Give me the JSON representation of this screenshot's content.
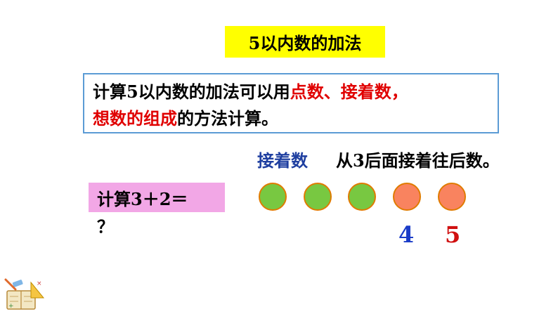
{
  "title": "5以内数的加法",
  "rule": {
    "part1": "计算5以内数的加法可以用",
    "part2_red": "点数、接着数，",
    "part3_red": "想数的组成",
    "part4": "的方法计算。"
  },
  "method": {
    "label": "接着数",
    "description": "从3后面接着往后数。"
  },
  "question": {
    "text": "计算3＋2＝",
    "mark": "？"
  },
  "dots": [
    "green",
    "green",
    "green",
    "orange",
    "orange"
  ],
  "counts": [
    {
      "value": "4",
      "color": "#1a3cc8"
    },
    {
      "value": "5",
      "color": "#d01010"
    }
  ],
  "colors": {
    "title_bg": "#ffff00",
    "question_bg": "#f2a7e6",
    "rule_border": "#5b9bd5",
    "emphasis": "#e00000",
    "method_label": "#1f3fa0",
    "dot_green": "#78c841",
    "dot_orange": "#f9835f"
  },
  "icons": [
    "stationery-icon"
  ]
}
